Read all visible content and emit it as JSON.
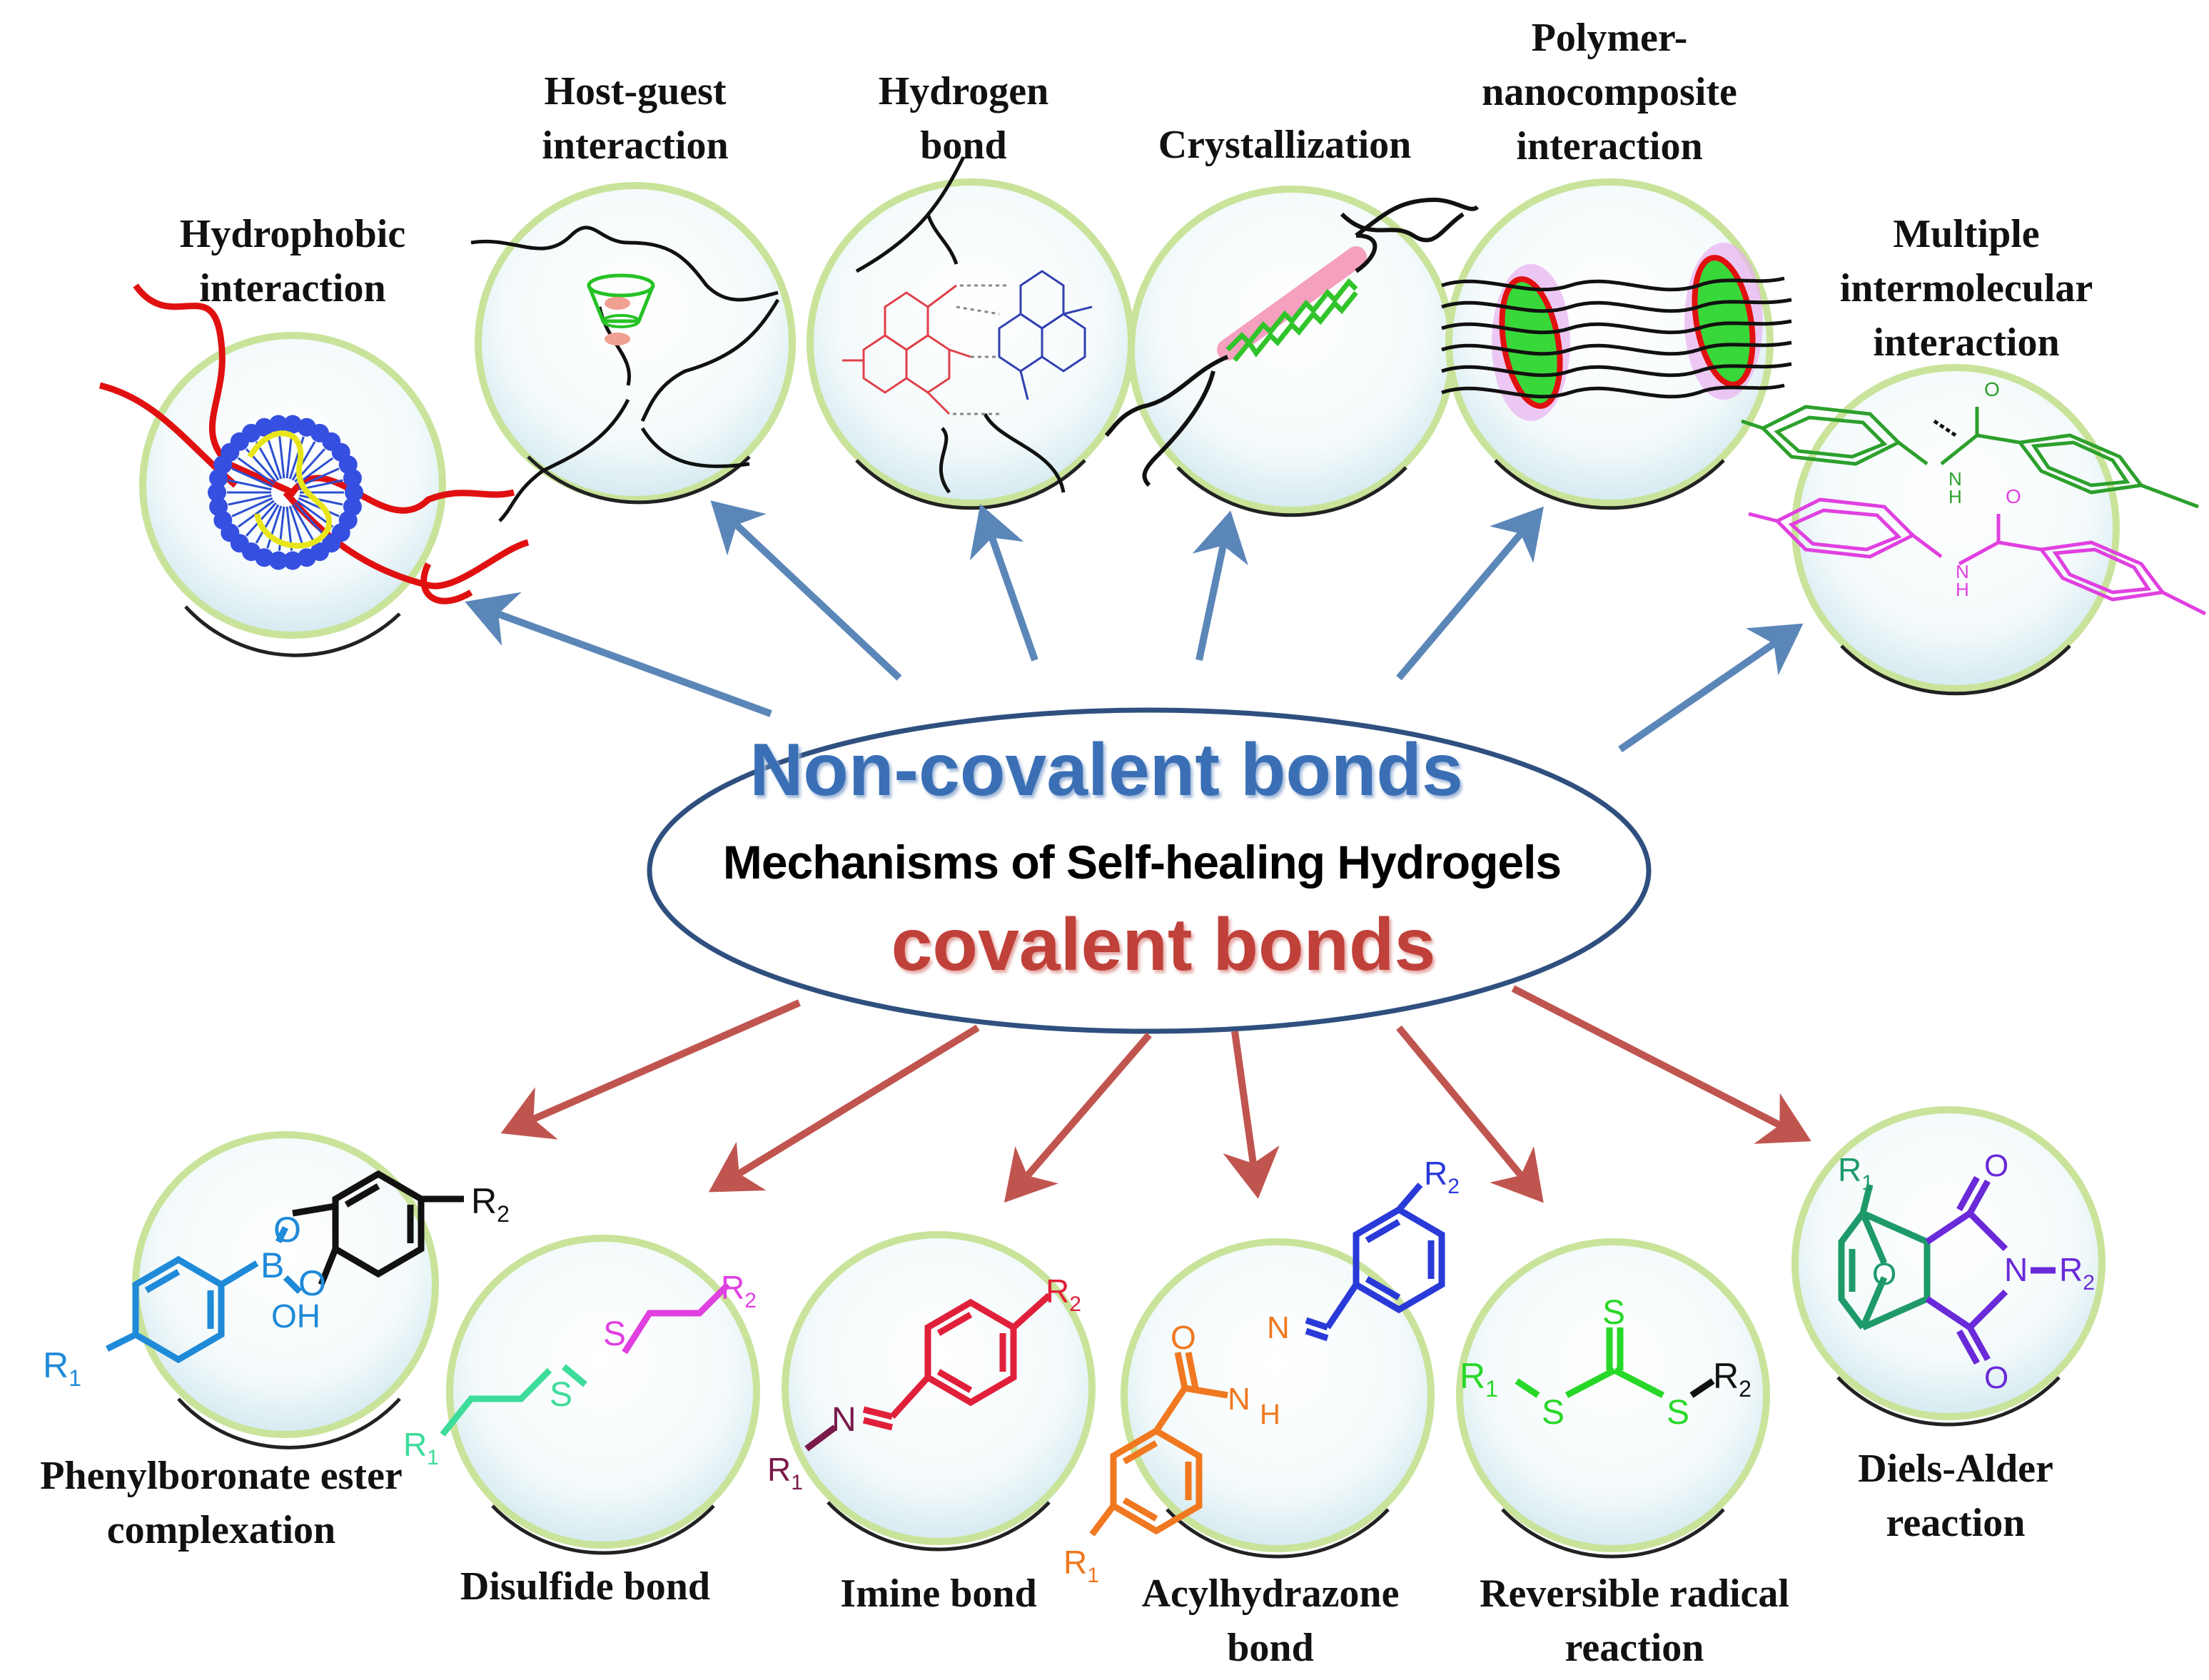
{
  "center": {
    "non_covalent": "Non-covalent bonds",
    "title": "Mechanisms of Self-healing Hydrogels",
    "covalent": "covalent bonds"
  },
  "non_covalent_mechanisms": [
    {
      "line1": "Hydrophobic",
      "line2": "interaction"
    },
    {
      "line1": "Host-guest",
      "line2": "interaction"
    },
    {
      "line1": "Hydrogen",
      "line2": "bond"
    },
    {
      "line1": "Crystallization",
      "line2": ""
    },
    {
      "line0": "Polymer-",
      "line1": "nanocomposite",
      "line2": "interaction"
    },
    {
      "line0": "Multiple",
      "line1": "intermolecular",
      "line2": "interaction"
    }
  ],
  "covalent_mechanisms": [
    {
      "line1": "Phenylboronate ester",
      "line2": "complexation"
    },
    {
      "line1": "Disulfide bond",
      "line2": ""
    },
    {
      "line1": "Imine bond",
      "line2": ""
    },
    {
      "line1": "Acylhydrazone",
      "line2": "bond"
    },
    {
      "line1": "Reversible radical",
      "line2": "reaction"
    },
    {
      "line1": "Diels-Alder",
      "line2": "reaction"
    }
  ],
  "chem_labels": {
    "R1": "R",
    "R2": "R",
    "sub1": "1",
    "sub2": "2",
    "B": "B",
    "O": "O",
    "OH": "OH",
    "S": "S",
    "N": "N",
    "H": "H",
    "NH": "N"
  },
  "colors": {
    "non_covalent_arrow": "#5b86b8",
    "covalent_arrow": "#c05550",
    "circle_rim": "#c9e39a"
  }
}
